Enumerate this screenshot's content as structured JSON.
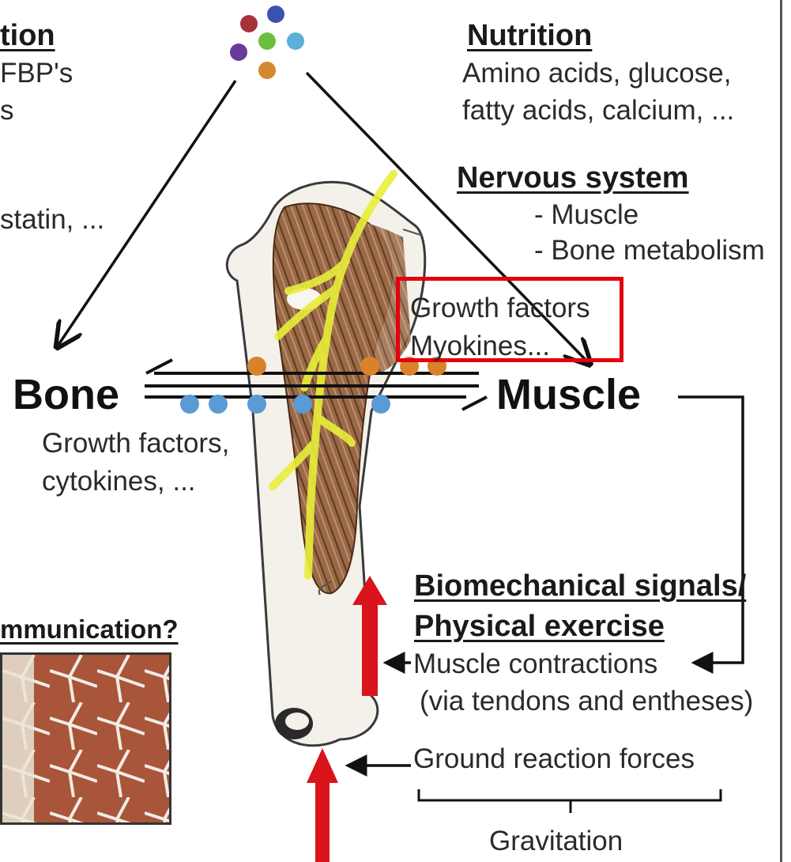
{
  "left_partial": {
    "heading_fragment": "tion",
    "line1_fragment": "FBP's",
    "line2_fragment": "s",
    "line3_fragment": "statin, ..."
  },
  "nutrition": {
    "heading": "Nutrition",
    "line1": "Amino acids, glucose,",
    "line2": "fatty acids, calcium, ..."
  },
  "nervous_system": {
    "heading": "Nervous system",
    "item1": "- Muscle",
    "item2": "- Bone metabolism"
  },
  "highlight_box": {
    "line1": "Growth factors",
    "line2": "Myokines...",
    "border_color": "#e3000f"
  },
  "bone": {
    "label": "Bone",
    "line1": "Growth factors,",
    "line2": "cytokines, ..."
  },
  "muscle": {
    "label": "Muscle"
  },
  "biomechanical": {
    "heading1": "Biomechanical signals/",
    "heading2": "Physical exercise",
    "item1": "Muscle contractions",
    "item2": "(via tendons and entheses)",
    "ground": "Ground reaction forces",
    "gravitation": "Gravitation"
  },
  "communication_fragment": "mmunication?",
  "colors": {
    "muscle_fiber": "#8b5a3c",
    "nerve": "#e8ee3a",
    "arrow_red": "#d9141b",
    "dot_blue": "#5b9bd5",
    "dot_orange": "#d9822b"
  }
}
